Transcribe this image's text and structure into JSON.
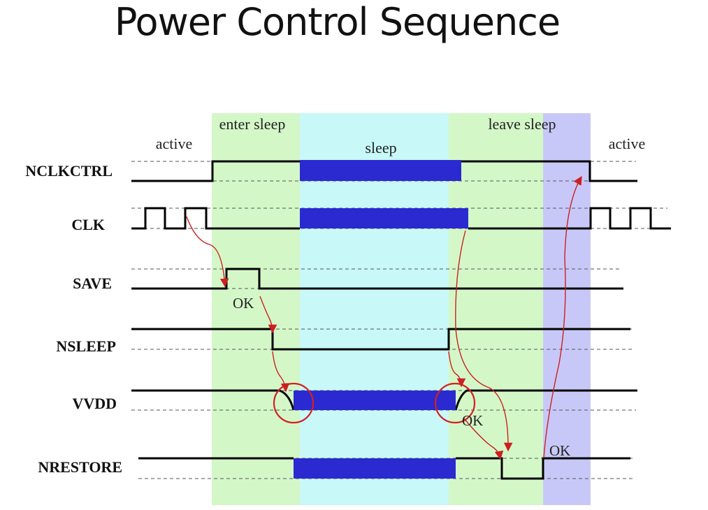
{
  "title": "Power Control Sequence",
  "phases": {
    "active_left": "active",
    "enter_sleep": "enter sleep",
    "sleep": "sleep",
    "leave_sleep": "leave sleep",
    "active_right": "active"
  },
  "signals": {
    "nclkctrl": "NCLKCTRL",
    "clk": "CLK",
    "save": "SAVE",
    "nsleep": "NSLEEP",
    "vvdd": "VVDD",
    "nrestore": "NRESTORE"
  },
  "annotations": {
    "ok_save": "OK",
    "ok_vvdd": "OK",
    "ok_nrestore": "OK"
  },
  "colors": {
    "enter_sleep_region": "#d4f7c8",
    "sleep_region": "#c8f8f8",
    "leave_sleep_region": "#d4f7c8",
    "restore_region": "#c8c8f8",
    "undefined_bar": "#2a2ad0",
    "arrow": "#cc2020"
  }
}
